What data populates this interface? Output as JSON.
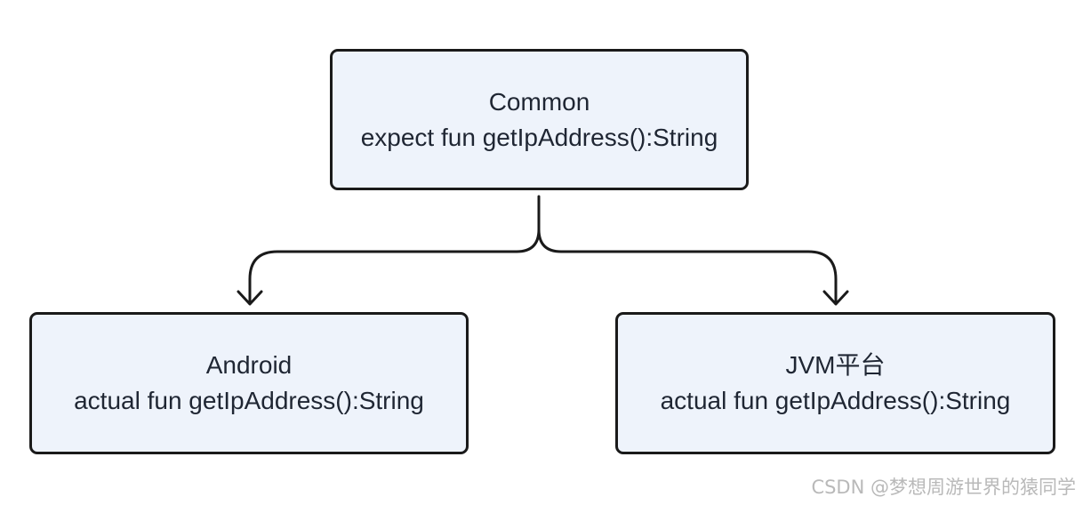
{
  "nodes": {
    "common": {
      "title": "Common",
      "code": "expect fun getIpAddress():String"
    },
    "android": {
      "title": "Android",
      "code": "actual fun getIpAddress():String"
    },
    "jvm": {
      "title": "JVM平台",
      "code": "actual fun getIpAddress():String"
    }
  },
  "watermark": "CSDN @梦想周游世界的猿同学",
  "colors": {
    "node_fill": "#eef3fb",
    "node_border": "#1a1a1a",
    "text": "#1f2633",
    "connector": "#1a1a1a",
    "watermark": "#b9b9b9"
  }
}
